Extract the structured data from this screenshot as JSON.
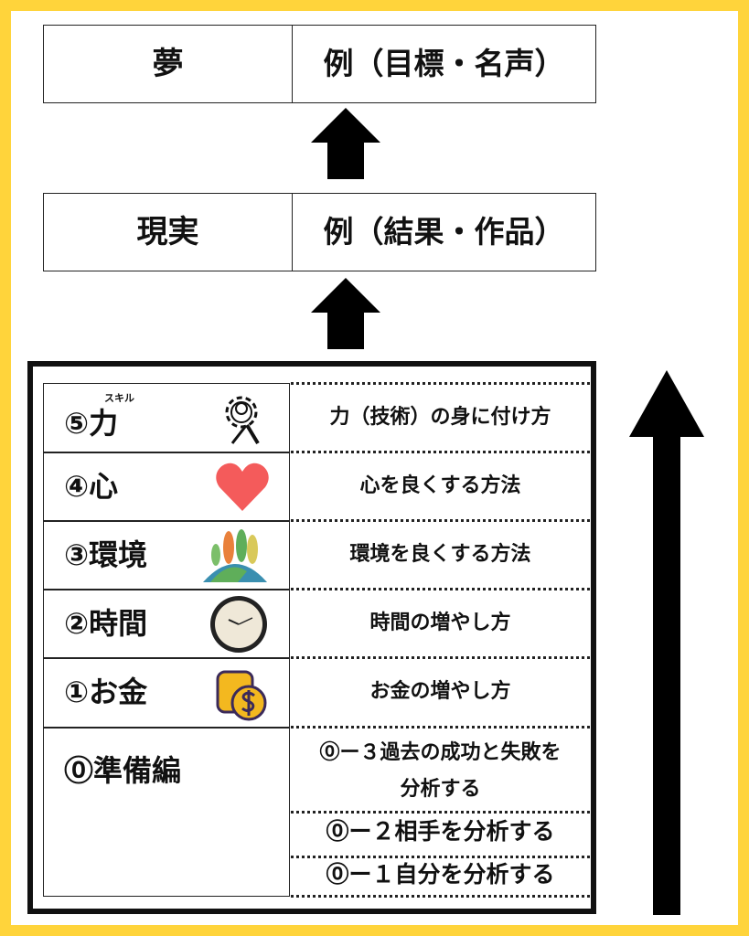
{
  "colors": {
    "frame": "#FFD43B",
    "heart": "#F45B5B",
    "arrow": "#000000"
  },
  "dream": {
    "label": "夢",
    "example": "例（目標・名声）"
  },
  "reality": {
    "label": "現実",
    "example": "例（結果・作品）"
  },
  "levels": [
    {
      "label": "⑤力",
      "ruby": "スキル",
      "icon": "gear-wrench-pencil-icon",
      "desc": "力（技術）の身に付け方"
    },
    {
      "label": "④心",
      "icon": "heart-icon",
      "desc": "心を良くする方法"
    },
    {
      "label": "③環境",
      "icon": "earth-nature-icon",
      "desc": "環境を良くする方法"
    },
    {
      "label": "②時間",
      "icon": "clock-icon",
      "desc": "時間の増やし方"
    },
    {
      "label": "①お金",
      "icon": "coins-icon",
      "desc": "お金の増やし方"
    }
  ],
  "prep": {
    "label": "⓪準備編",
    "items": [
      "⓪ー３過去の成功と失敗を",
      "分析する",
      "⓪ー２相手を分析する",
      "⓪ー１自分を分析する"
    ]
  }
}
